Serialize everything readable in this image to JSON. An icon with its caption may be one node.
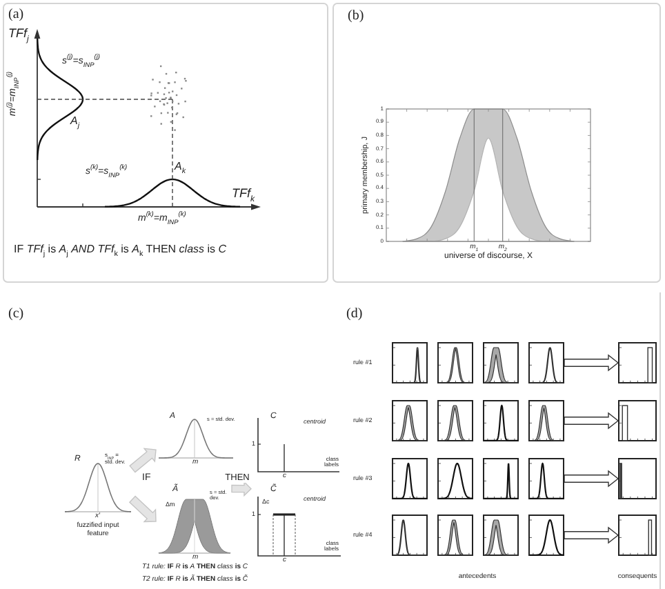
{
  "diagram": {
    "nodes": [
      {
        "text": [
          "R",
          "s$_{INP}$ = std. dev.",
          "x′",
          "fuzzified input feature"
        ]
      },
      {
        "text": [
          "A",
          "s = std. dev.",
          "m"
        ]
      },
      {
        "text": [
          "Ã",
          "Δm",
          "s = std. dev.",
          "m"
        ]
      },
      {
        "text": [
          "C",
          "centroid",
          "1",
          "class labels",
          "c"
        ]
      },
      {
        "text": [
          "C̃",
          "centroid",
          "Δc",
          "1",
          "class labels",
          "c"
        ]
      },
      {
        "text": [],
        "shape": "picture"
      },
      {
        "text": [],
        "shape": "picture"
      },
      {
        "text": [],
        "shape": "picture"
      },
      {
        "text": [],
        "shape": "picture"
      },
      {
        "text": [],
        "shape": "picture"
      },
      {
        "text": [],
        "shape": "picture"
      },
      {
        "text": [],
        "shape": "picture"
      },
      {
        "text": [],
        "shape": "picture"
      },
      {
        "text": [],
        "shape": "picture"
      },
      {
        "text": [],
        "shape": "picture"
      },
      {
        "text": [],
        "shape": "picture"
      },
      {
        "text": [],
        "shape": "picture"
      },
      {
        "text": [],
        "shape": "picture"
      },
      {
        "text": [],
        "shape": "picture"
      },
      {
        "text": [],
        "shape": "picture"
      },
      {
        "text": [],
        "shape": "picture"
      },
      {
        "text": [],
        "shape": "picture"
      },
      {
        "text": [],
        "shape": "picture"
      },
      {
        "text": [],
        "shape": "picture"
      },
      {
        "text": [],
        "shape": "picture"
      }
    ],
    "edges": [
      {
        "from": 0,
        "to": 1,
        "arrow": "to",
        "color": "#c4c4c4"
      },
      {
        "from": 0,
        "to": 2,
        "arrow": "to",
        "color": "#c4c4c4"
      },
      {
        "from": 2,
        "to": 4,
        "arrow": "to",
        "label": "THEN",
        "color": "#c4c4c4"
      },
      {
        "from": 8,
        "to": 9,
        "arrow": "to"
      },
      {
        "from": 13,
        "to": 14,
        "arrow": "to"
      },
      {
        "from": 18,
        "to": 19,
        "arrow": "to"
      },
      {
        "from": 23,
        "to": 24,
        "arrow": "to"
      }
    ],
    "labels": [
      "(a)",
      "TFf$_{j}$",
      "m$^{(j)}$=m$_{INP}$$^{(j)}$",
      "s$^{(j)}$=s$_{INP}$$^{(j)}$",
      "A$_{j}$",
      "s$^{(k)}$=s$_{INP}$$^{(k)}$",
      "A$_{k}$",
      "TFf$_{k}$",
      "m$^{(k)}$=m$_{INP}$$^{(k)}$",
      "IF *TFf*$_{j}$ is *A*$_{j}$ *AND TFf*$_{k}$ is *A*$_{k}$ THEN *class* is *C*",
      "(b)",
      "(c)",
      "IF",
      "*T1 rule:* **IF** *R* **is** *A* **THEN** *class* **is** *C*",
      "*T2 rule:* **IF** *R* **is** *Ã* **THEN** *class* **is** *C̃*",
      "(d)",
      "rule #1",
      "rule #2",
      "rule #3",
      "rule #4",
      "antecedents",
      "consequents"
    ],
    "chart_data": {
      "type": "area",
      "xlabel": "universe of discourse, X",
      "ylabel": "primary membership, J",
      "categories": [
        null,
        null,
        null,
        null,
        null,
        "m$_{1}$",
        null,
        "m$_{2}$",
        null,
        null,
        null,
        null,
        null
      ],
      "series": [
        {
          "color": "#c8c8c8",
          "values": [
            0,
            0.02,
            0.11,
            0.38,
            0.78,
            1,
            1,
            1,
            0.78,
            0.38,
            0.11,
            0.02,
            0
          ]
        },
        {
          "color": "#ffffff",
          "values": [
            0,
            0,
            0,
            0.02,
            0.11,
            0.38,
            0.78,
            0.38,
            0.11,
            0.02,
            0,
            0,
            0
          ]
        }
      ],
      "ylim": [
        0,
        1
      ],
      "yticks": [
        0,
        0.1,
        0.2,
        0.3,
        0.4,
        0.5,
        0.6,
        0.7,
        0.8,
        0.9,
        1
      ]
    }
  }
}
